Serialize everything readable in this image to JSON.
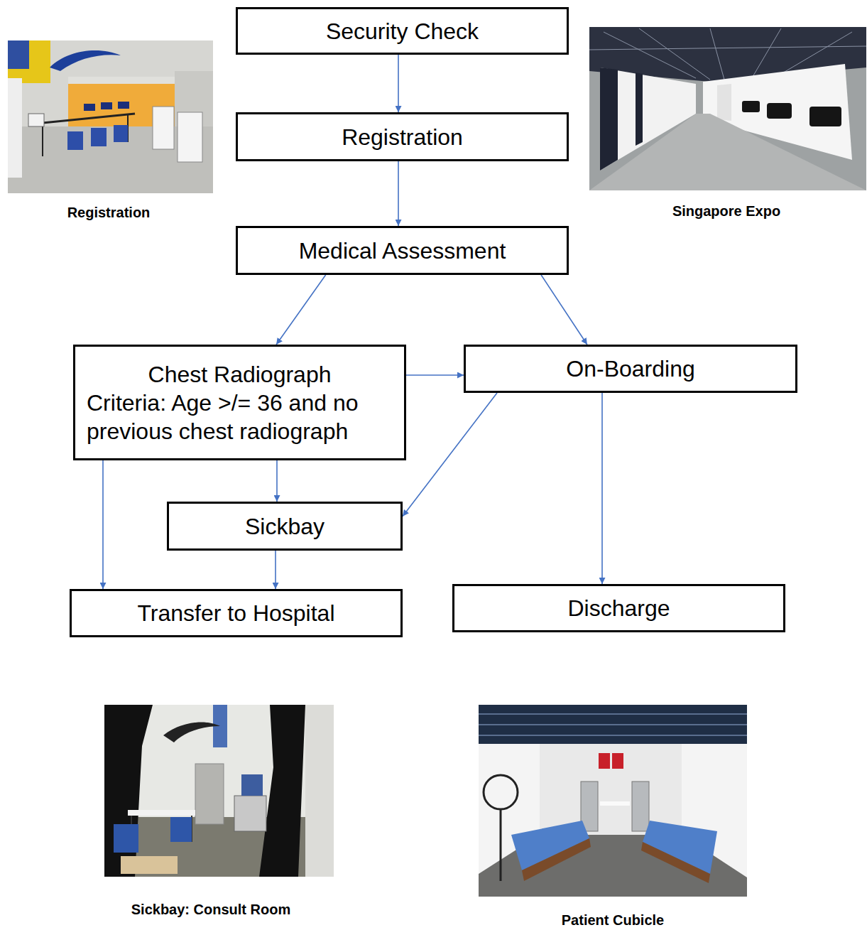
{
  "diagram": {
    "nodes": [
      {
        "text": [
          "Security Check"
        ]
      },
      {
        "text": [
          "Registration"
        ]
      },
      {
        "text": [
          "Medical Assessment"
        ]
      },
      {
        "text": [
          "Chest Radiograph",
          "Criteria: Age >/= 36 and no previous chest radiograph"
        ]
      },
      {
        "text": [
          "On-Boarding"
        ]
      },
      {
        "text": [
          "Sickbay"
        ]
      },
      {
        "text": [
          "Transfer to Hospital"
        ]
      },
      {
        "text": [
          "Discharge"
        ]
      }
    ],
    "edges": [
      {
        "from": 0,
        "to": 1,
        "arrow": "to"
      },
      {
        "from": 1,
        "to": 2,
        "arrow": "to"
      },
      {
        "from": 2,
        "to": 3,
        "arrow": "to"
      },
      {
        "from": 2,
        "to": 4,
        "arrow": "to"
      },
      {
        "from": 3,
        "to": 4,
        "arrow": "to"
      },
      {
        "from": 3,
        "to": 5,
        "arrow": "to"
      },
      {
        "from": 3,
        "to": 6,
        "arrow": "to"
      },
      {
        "from": 4,
        "to": 5,
        "arrow": "to"
      },
      {
        "from": 4,
        "to": 7,
        "arrow": "to"
      },
      {
        "from": 5,
        "to": 6,
        "arrow": "to"
      }
    ],
    "labels": [
      "Registration",
      "Singapore Expo",
      "Sickbay: Consult Room",
      "Patient Cubicle"
    ]
  }
}
